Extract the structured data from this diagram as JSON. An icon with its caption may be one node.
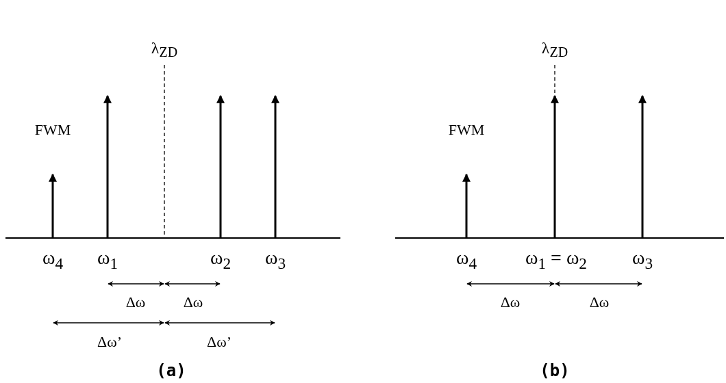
{
  "diagram": {
    "labels": [
      "λ$_{ZD}$",
      "FWM",
      "ω$_{4}$",
      "ω$_{1}$",
      "ω$_{2}$",
      "ω$_{3}$",
      "Δω",
      "Δω",
      "Δω’",
      "Δω’",
      "(a)",
      "λ$_{ZD}$",
      "FWM",
      "ω$_{4}$",
      "ω$_{1}$ = ω$_{2}$",
      "ω$_{3}$",
      "Δω",
      "Δω",
      "(b)"
    ]
  }
}
